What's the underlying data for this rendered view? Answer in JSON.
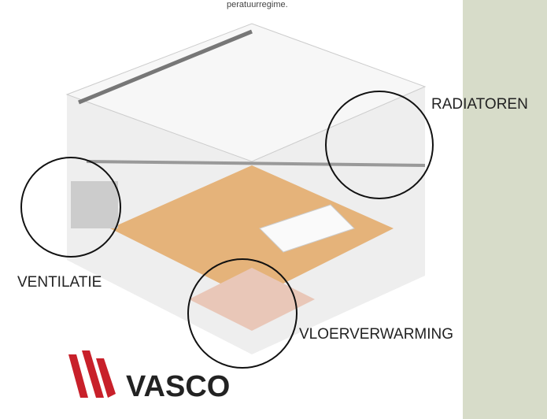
{
  "header_fragment": "peratuurregime.",
  "labels": {
    "radiators": "RADIATOREN",
    "ventilation": "VENTILATIE",
    "floor_heating": "VLOERVERWARMING"
  },
  "logo": {
    "text": "VASCO",
    "color": "#c8202a"
  },
  "colors": {
    "sidebar": "#d7dcc9"
  }
}
